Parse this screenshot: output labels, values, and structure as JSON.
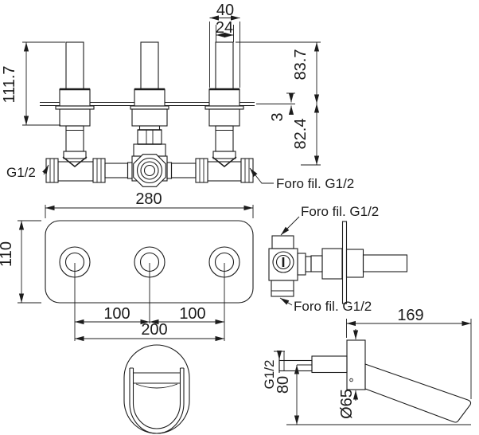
{
  "views": {
    "valve_front": {
      "dim_handle_width": "40",
      "dim_stem_width": "24",
      "dim_total_height": "111.7",
      "dim_above_plate": "83.7",
      "dim_plate_thickness": "3",
      "dim_behind_plate": "82.4",
      "label_thread_left": "G1/2",
      "label_thread_right": "Foro fil. G1/2"
    },
    "wall_plate": {
      "dim_width": "280",
      "dim_height": "110",
      "dim_hole_spacing_left": "100",
      "dim_hole_spacing_right": "100",
      "dim_hole_spacing_total": "200"
    },
    "valve_side": {
      "label_thread_top": "Foro fil. G1/2",
      "label_thread_bottom": "Foro fil. G1/2"
    },
    "spout_side": {
      "dim_length": "169",
      "dim_drop": "80",
      "dim_flange_diameter": "Ø65",
      "label_thread": "G1/2"
    }
  },
  "colors": {
    "line": "#1c1c1c",
    "background": "#ffffff"
  }
}
